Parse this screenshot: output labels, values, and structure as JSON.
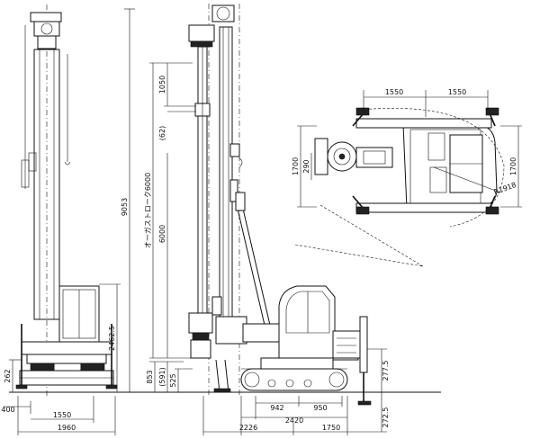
{
  "dimensions": {
    "side_left": {
      "total_height": "9053",
      "cab_height": "2462.5",
      "base_height": "262",
      "foot_offset": "400",
      "track_width": "1550",
      "overall_width": "1960"
    },
    "side_main": {
      "mast_length": "オーガストローク6000",
      "stroke_top": "1050",
      "gap": "(62)",
      "mid": "6000",
      "bottom_offset": "(591)",
      "low": "525",
      "ground_clear": "853",
      "track_inner": "942",
      "track_outer": "950",
      "track_length": "2420",
      "front_len": "2226",
      "rear_len": "1750",
      "outrigger_h": "277.5",
      "outrigger_below": "272.5"
    },
    "plan_view": {
      "left_width": "1550",
      "right_width": "1550",
      "left_height": "1700",
      "right_height": "1700",
      "offset": "290",
      "swing_radius": "R1918"
    }
  }
}
